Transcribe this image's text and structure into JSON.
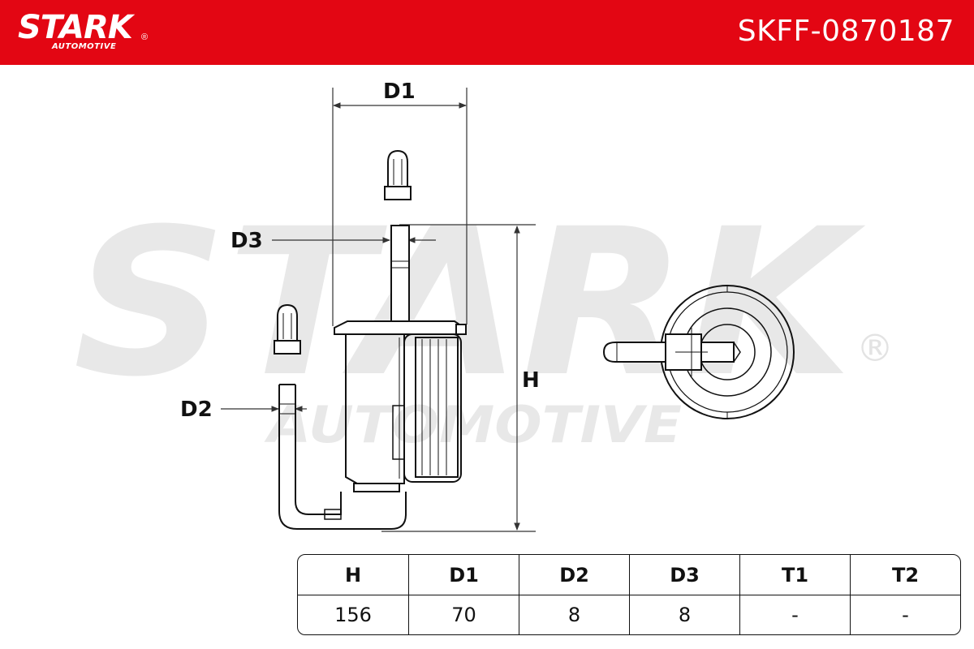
{
  "header": {
    "brand": "STARK",
    "brand_sub": "AUTOMOTIVE",
    "registered": "®",
    "part_number": "SKFF-0870187",
    "background_color": "#e30613"
  },
  "watermark": {
    "brand": "STARK",
    "brand_sub": "AUTOMOTIVE",
    "registered": "®",
    "color": "#e6e6e6"
  },
  "dimension_labels": {
    "d1": "D1",
    "d2": "D2",
    "d3": "D3",
    "h": "H"
  },
  "spec_table": {
    "headers": [
      "H",
      "D1",
      "D2",
      "D3",
      "T1",
      "T2"
    ],
    "values": [
      "156",
      "70",
      "8",
      "8",
      "-",
      "-"
    ]
  }
}
